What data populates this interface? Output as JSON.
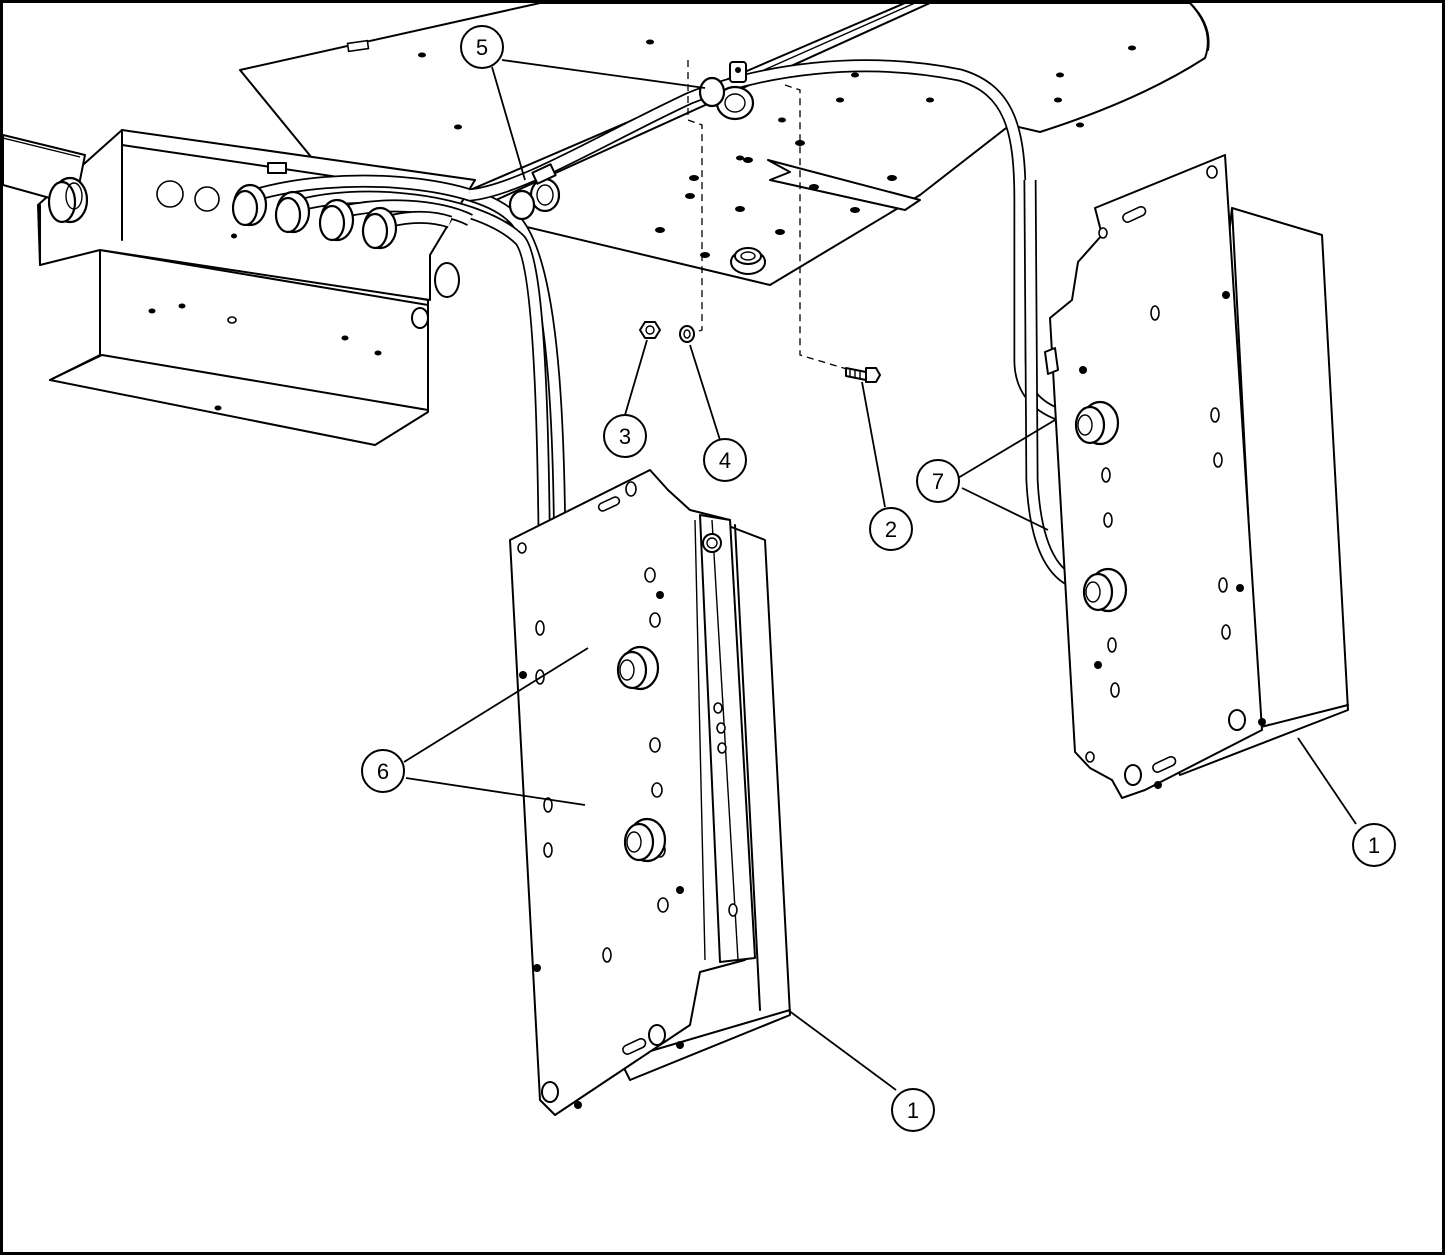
{
  "diagram": {
    "callouts": [
      {
        "id": "c5",
        "label": "5"
      },
      {
        "id": "c3",
        "label": "3"
      },
      {
        "id": "c4",
        "label": "4"
      },
      {
        "id": "c2",
        "label": "2"
      },
      {
        "id": "c7",
        "label": "7"
      },
      {
        "id": "c6",
        "label": "6"
      },
      {
        "id": "c1a",
        "label": "1"
      },
      {
        "id": "c1b",
        "label": "1"
      }
    ],
    "colors": {
      "line": "#000000",
      "background": "#ffffff"
    }
  }
}
